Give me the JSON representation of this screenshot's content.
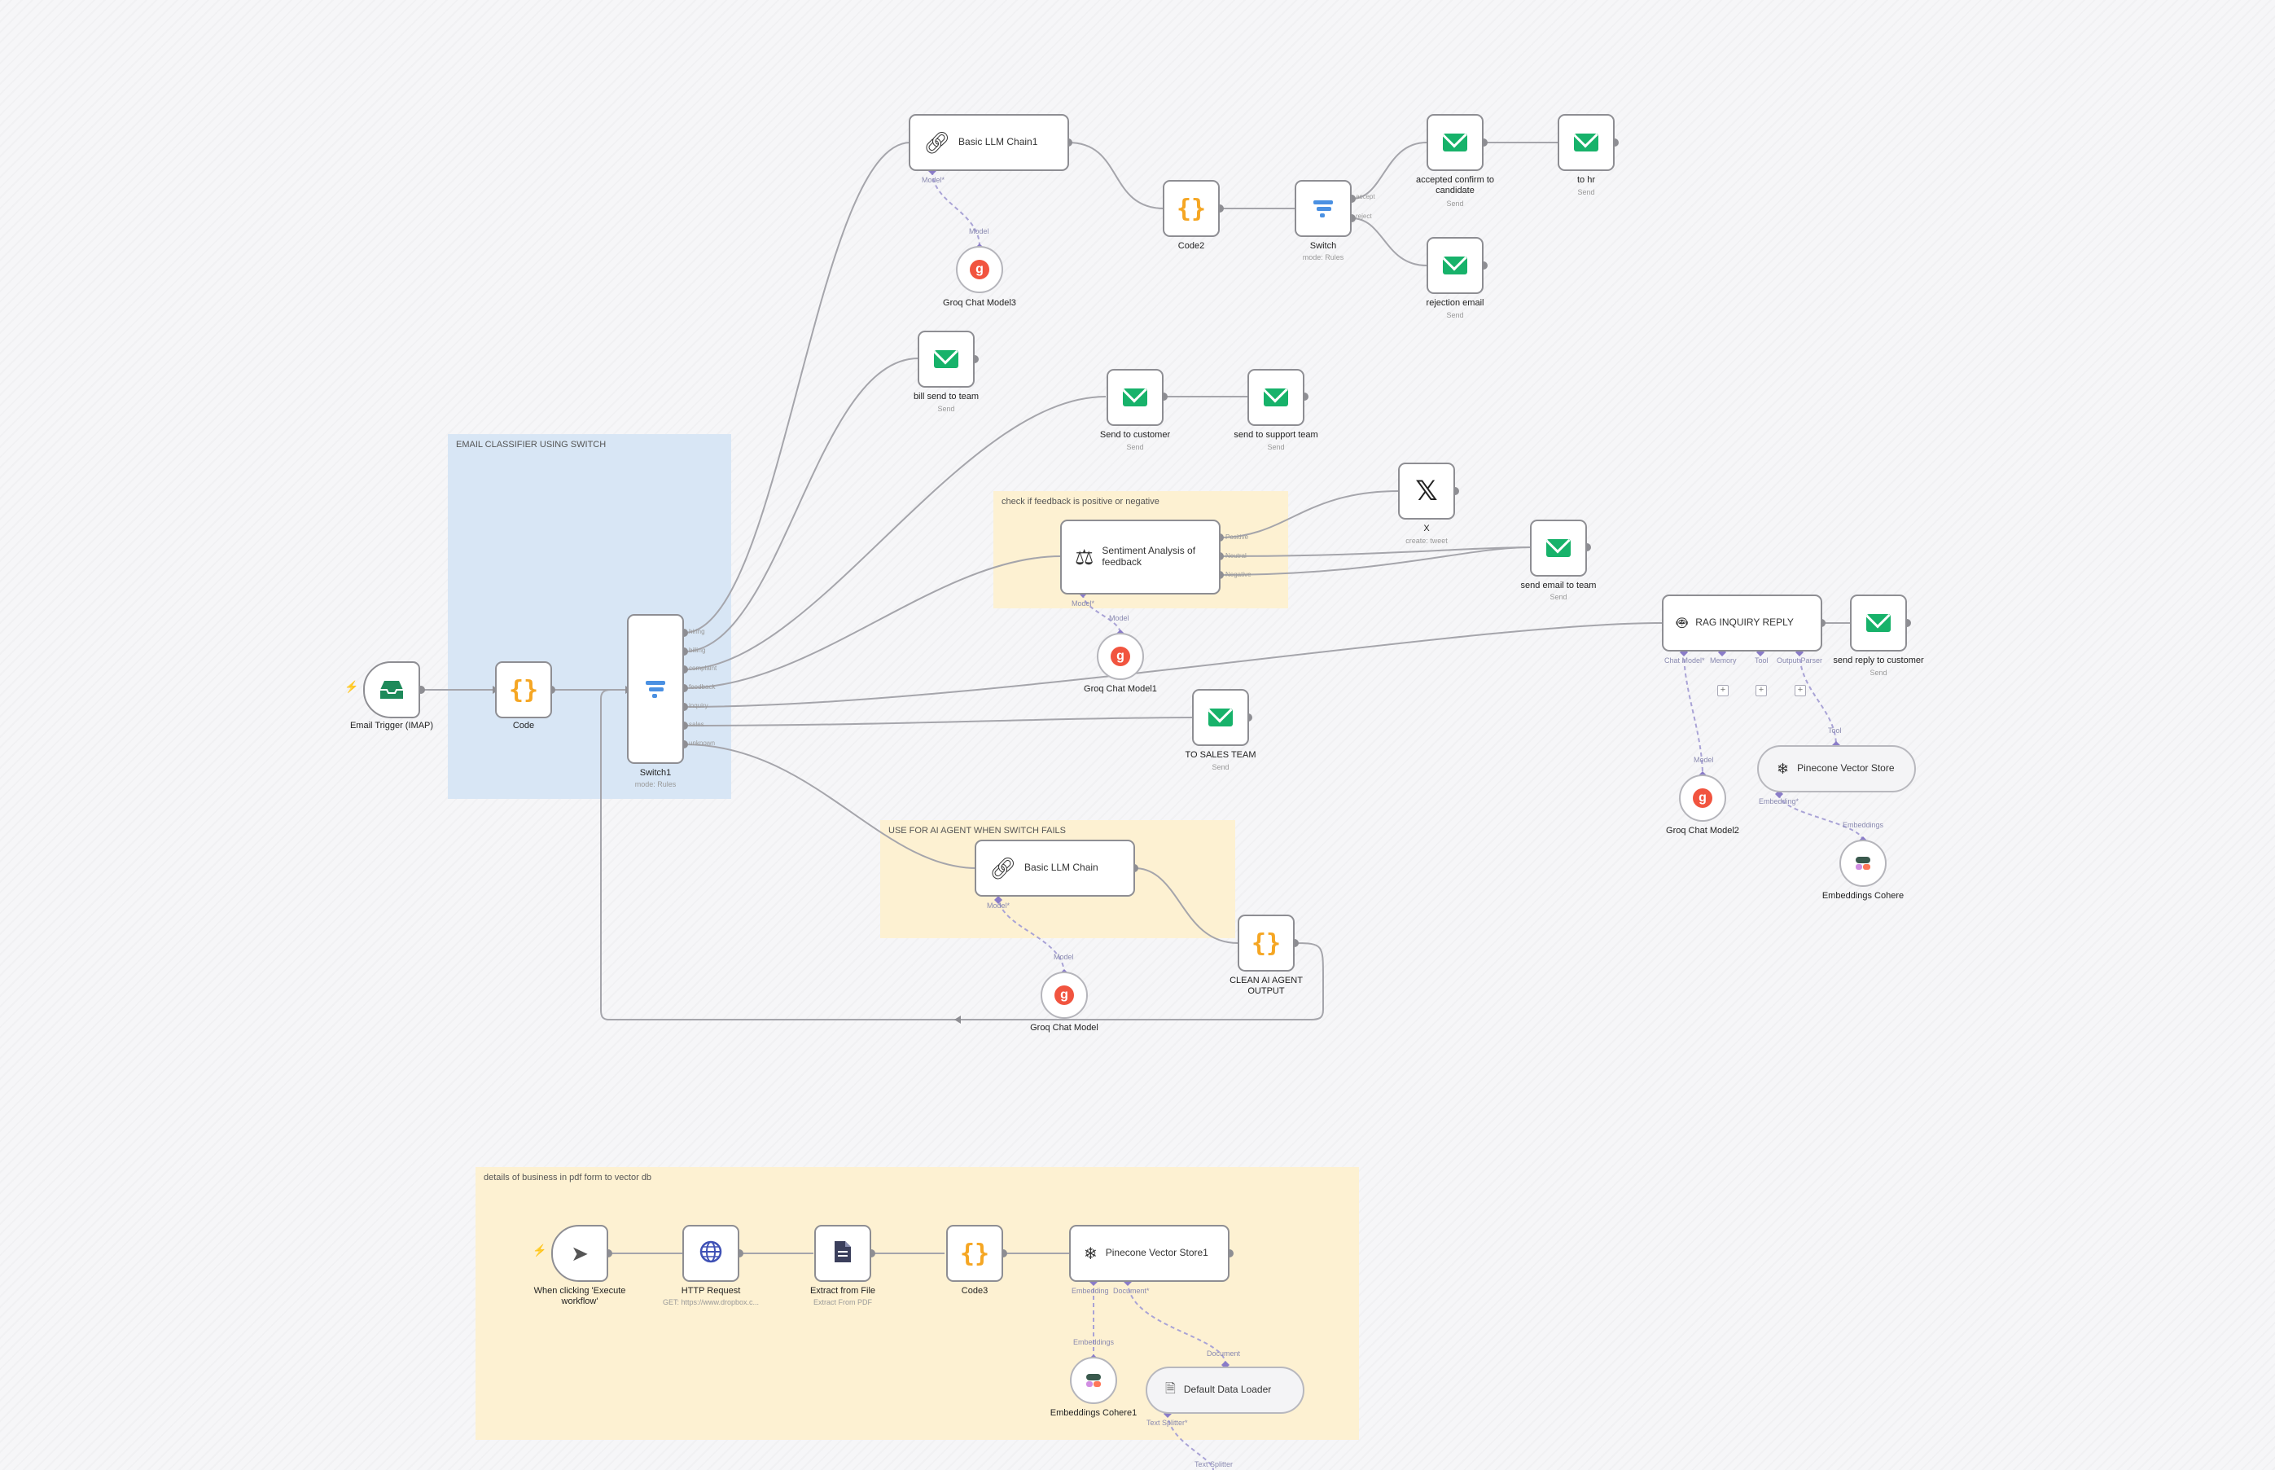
{
  "stickies": {
    "email_classifier": "EMAIL CLASSIFIER USING SWITCH",
    "feedback_check": "check if feedback is positive or negative",
    "ai_agent": "USE FOR AI AGENT WHEN SWITCH FAILS",
    "vector_db": "details of business in pdf form to vector db"
  },
  "nodes": {
    "email_trigger": {
      "title": "Email Trigger (IMAP)",
      "icon": "inbox-icon"
    },
    "code": {
      "title": "Code",
      "icon": "braces-icon"
    },
    "switch1": {
      "title": "Switch1",
      "sub": "mode: Rules",
      "icon": "switch-icon",
      "outputs": [
        "hiring",
        "billing",
        "complaint",
        "feedback",
        "inquiry",
        "sales",
        "unknown"
      ]
    },
    "basic_llm_chain1": {
      "title": "Basic LLM Chain1",
      "port": "Model*",
      "icon": "chain-link-icon"
    },
    "groq_chat_model3": {
      "title": "Groq Chat Model3",
      "port": "Model"
    },
    "code2": {
      "title": "Code2"
    },
    "switch": {
      "title": "Switch",
      "sub": "mode: Rules",
      "outputs": [
        "accept",
        "reject"
      ]
    },
    "accepted_confirm": {
      "title": "accepted confirm to candidate",
      "sub": "Send"
    },
    "to_hr": {
      "title": "to hr",
      "sub": "Send"
    },
    "rejection_email": {
      "title": "rejection email",
      "sub": "Send"
    },
    "bill_send": {
      "title": "bill send to team",
      "sub": "Send"
    },
    "send_to_customer": {
      "title": "Send to customer",
      "sub": "Send"
    },
    "send_to_support": {
      "title": "send to support team",
      "sub": "Send"
    },
    "sentiment": {
      "title": "Sentiment Analysis of feedback",
      "port": "Model*",
      "outputs": [
        "Positive",
        "Neutral",
        "Negative"
      ],
      "icon": "scale-icon"
    },
    "groq_chat_model1": {
      "title": "Groq Chat Model1",
      "port": "Model"
    },
    "x": {
      "title": "X",
      "sub": "create: tweet",
      "icon": "x-logo-icon"
    },
    "send_email_team": {
      "title": "send email to team",
      "sub": "Send"
    },
    "rag_inquiry": {
      "title": "RAG INQUIRY REPLY",
      "ports": [
        "Chat Model*",
        "Memory",
        "Tool",
        "Output Parser"
      ],
      "icon": "robot-icon"
    },
    "send_reply_customer": {
      "title": "send reply to customer",
      "sub": "Send"
    },
    "groq_chat_model2": {
      "title": "Groq Chat Model2",
      "port": "Model"
    },
    "pinecone_vector_store": {
      "title": "Pinecone Vector Store",
      "port_top": "Tool",
      "port_bottom": "Embedding*",
      "icon": "pinecone-icon"
    },
    "embeddings_cohere": {
      "title": "Embeddings Cohere",
      "port": "Embeddings"
    },
    "to_sales": {
      "title": "TO SALES TEAM",
      "sub": "Send"
    },
    "basic_llm_chain": {
      "title": "Basic LLM Chain",
      "port": "Model*"
    },
    "groq_chat_model": {
      "title": "Groq Chat Model",
      "port": "Model"
    },
    "clean_ai_output": {
      "title": "CLEAN AI AGENT OUTPUT"
    },
    "manual_trigger": {
      "title": "When clicking 'Execute workflow'",
      "icon": "cursor-icon"
    },
    "http_request": {
      "title": "HTTP Request",
      "sub": "GET: https://www.dropbox.c...",
      "icon": "globe-icon"
    },
    "extract_file": {
      "title": "Extract from File",
      "sub": "Extract From PDF",
      "icon": "file-icon"
    },
    "code3": {
      "title": "Code3"
    },
    "pinecone_vector_store1": {
      "title": "Pinecone Vector Store1",
      "ports": [
        "Embedding",
        "Document*"
      ]
    },
    "embeddings_cohere1": {
      "title": "Embeddings Cohere1",
      "port": "Embeddings"
    },
    "default_data_loader": {
      "title": "Default Data Loader",
      "port_top": "Document",
      "port_bottom": "Text Splitter*",
      "icon": "document-icon"
    },
    "text_splitter_label": "Text Splitter"
  },
  "colors": {
    "sticky_blue": "#d8e6f5",
    "sticky_yellow": "#fdf1d2",
    "mail_green": "#17b26a",
    "code_orange": "#f5a623",
    "groq_red": "#f1543f",
    "ai_port_purple": "#8a7cc8"
  }
}
